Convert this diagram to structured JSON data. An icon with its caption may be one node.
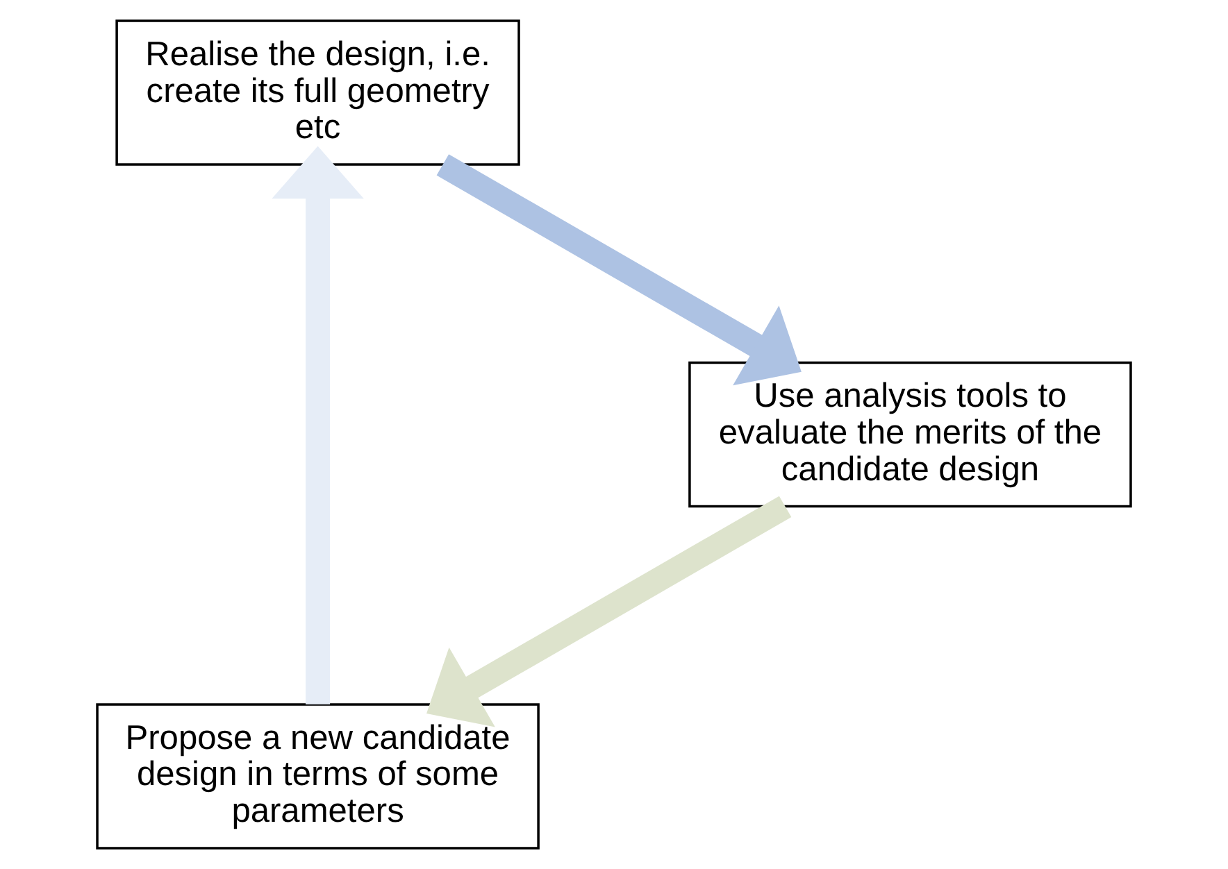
{
  "diagram": {
    "nodes": [
      {
        "text": [
          "Propose a new candidate design in terms of some parameters"
        ]
      },
      {
        "text": [
          "Use analysis tools to evaluate the merits of the candidate design"
        ]
      },
      {
        "text": [
          "Realise the design, i.e. create its full geometry etc"
        ]
      }
    ],
    "edges": [
      {
        "from": 0,
        "to": 2,
        "arrow": "to",
        "color": "#e6edf7"
      },
      {
        "from": 2,
        "to": 1,
        "arrow": "to",
        "color": "#adc2e3"
      },
      {
        "from": 1,
        "to": 0,
        "arrow": "to",
        "color": "#dde3cc"
      }
    ]
  }
}
